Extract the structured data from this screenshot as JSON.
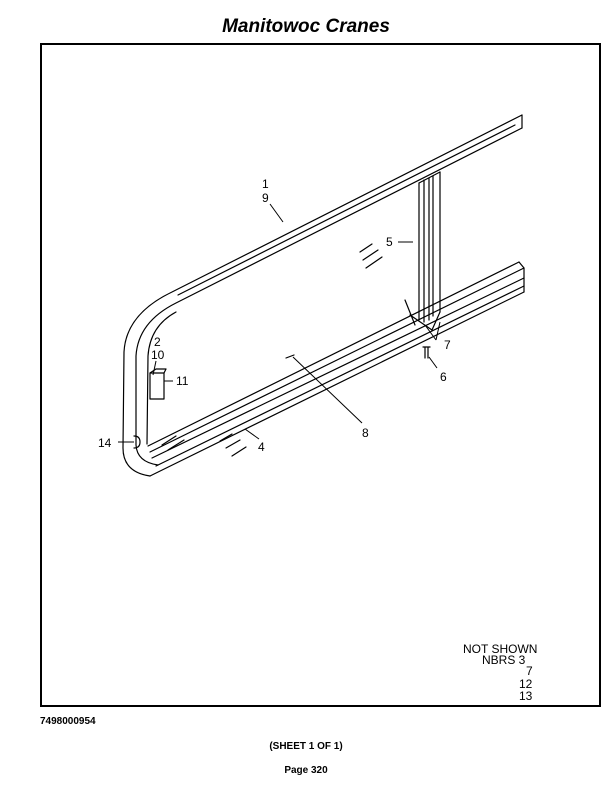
{
  "header": {
    "title": "Manitowoc Cranes"
  },
  "callouts": {
    "c1": "1",
    "c9": "9",
    "c5": "5",
    "c7": "7",
    "c6": "6",
    "c2": "2",
    "c10": "10",
    "c11": "11",
    "c8": "8",
    "c14": "14",
    "c4": "4"
  },
  "not_shown": {
    "heading": "NOT SHOWN",
    "label": "NBRS 3",
    "items": [
      "7",
      "12",
      "13"
    ]
  },
  "footer": {
    "doc_number": "7498000954",
    "sheet": "(SHEET 1 OF 1)",
    "page": "Page 320"
  }
}
